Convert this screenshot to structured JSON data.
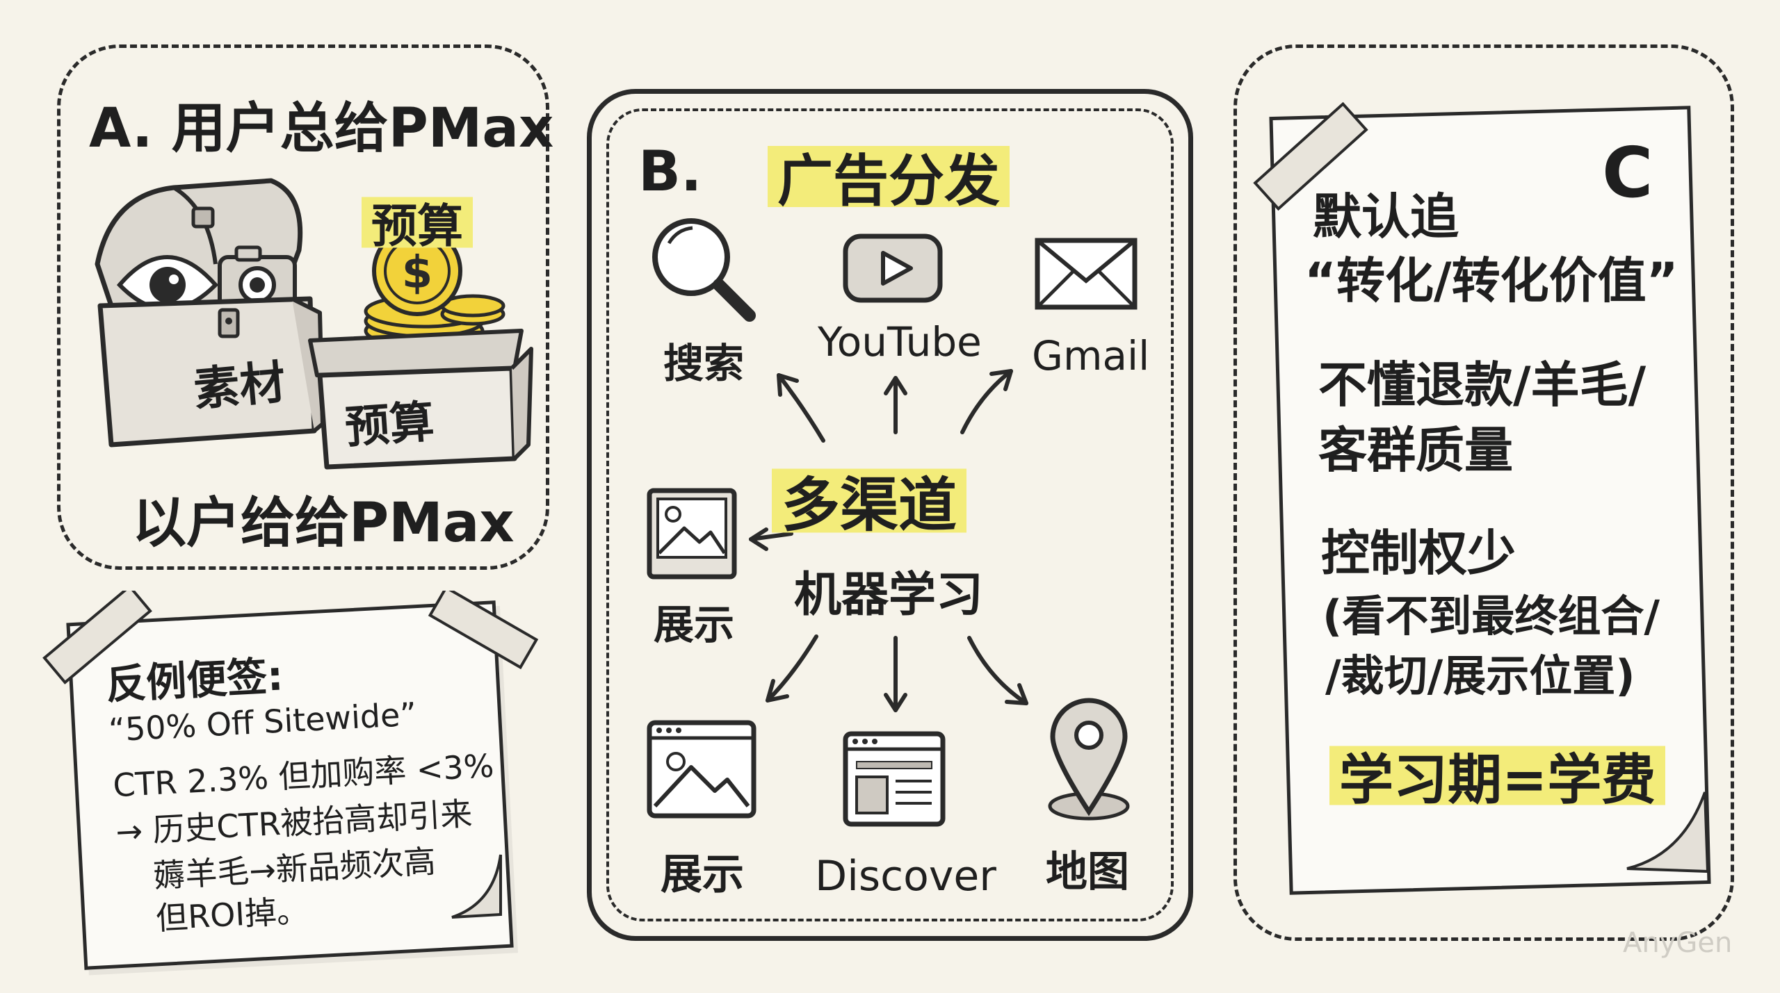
{
  "panel_a": {
    "title": "A. 用户总给PMax",
    "budget_label": "预算",
    "material_label": "素材",
    "budget_box_label": "预算",
    "subtitle": "以户给给PMax"
  },
  "note": {
    "title": "反例便签:",
    "lines": [
      "“50% Off Sitewide”",
      "CTR 2.3% 但加购率 <3%",
      "→ 历史CTR被抬高却引来",
      "薅羊毛→新品频次高",
      "但ROI掉。"
    ]
  },
  "panel_b": {
    "label": "B.",
    "title": "广告分发",
    "center_1": "多渠道",
    "center_2": "机器学习",
    "channels": {
      "search": "搜索",
      "youtube": "YouTube",
      "gmail": "Gmail",
      "display_1": "展示",
      "display_2": "展示",
      "discover": "Discover",
      "maps": "地图"
    }
  },
  "panel_c": {
    "letter": "C",
    "lines": [
      "默认追",
      "“转化/转化价值”",
      "不懂退款/羊毛/",
      "客群质量",
      "控制权少",
      "(看不到最终组合/",
      "/裁切/展示位置)"
    ],
    "highlight_text": "学习期=学费"
  },
  "watermark": "AnyGen",
  "colors": {
    "highlight": "#f3ec7a",
    "ink": "#2a2a2a",
    "paper": "#f6f3ea",
    "coin": "#f2d23a"
  }
}
